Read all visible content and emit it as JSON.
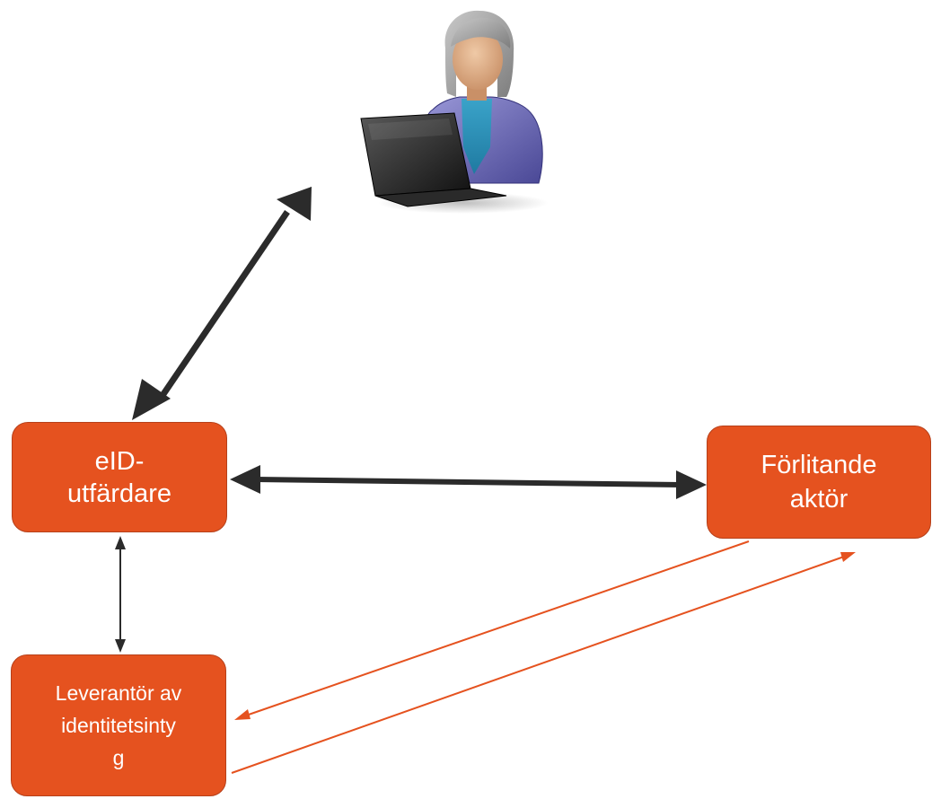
{
  "nodes": {
    "eid_issuer": "eID-\nutfärdare",
    "relying_party": "Förlitande\naktör",
    "identity_provider": "Leverantör av\nidentitetsinty\ng"
  },
  "icons": {
    "user": "user-at-laptop-icon"
  },
  "colors": {
    "node_fill": "#e5521f",
    "node_border": "#b6401a",
    "arrow_dark": "#2b2b2b",
    "arrow_orange": "#e5521f"
  }
}
